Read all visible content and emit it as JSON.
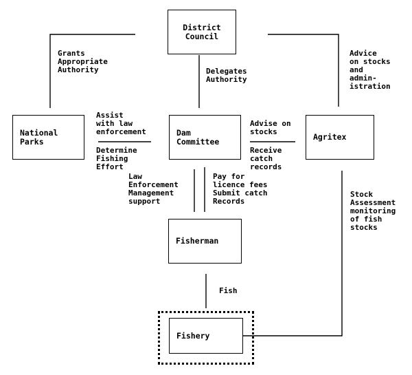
{
  "nodes": {
    "district_council": "District\nCouncil",
    "national_parks": "National\nParks",
    "dam_committee": "Dam\nCommittee",
    "agritex": "Agritex",
    "fisherman": "Fisherman",
    "fishery": "Fishery"
  },
  "edges": {
    "council_to_parks": "Grants\nAppropriate\nAuthority",
    "council_to_dam": "Delegates\nAuthority",
    "council_to_agritex": "Advice\non stocks\nand\nadmin-\nistration",
    "parks_to_dam": "Assist\nwith law\nenforcement",
    "dam_to_parks": "Determine\nFishing\nEffort",
    "agritex_to_dam": "Advise on\nstocks",
    "dam_to_agritex": "Receive\ncatch\nrecords",
    "dam_to_fisherman": "Law\nEnforcement\nManagement\nsupport",
    "fisherman_to_dam": "Pay for\nlicence fees\nSubmit catch\nRecords",
    "fisherman_to_fishery": "Fish",
    "agritex_to_fishery": "Stock\nAssessment\nmonitoring\nof fish\nstocks"
  }
}
